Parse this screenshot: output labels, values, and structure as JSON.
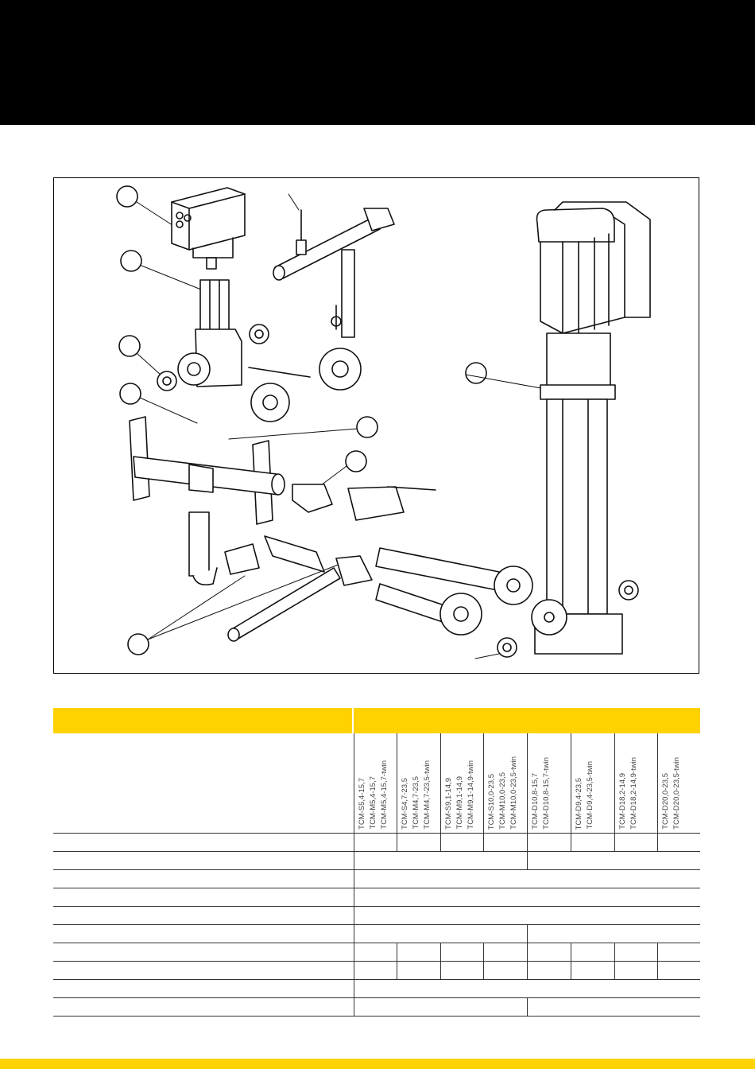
{
  "colors": {
    "accent": "#ffd200",
    "header": "#000000",
    "line": "#333333"
  },
  "table": {
    "model_groups": [
      {
        "models": [
          "TCM-S5,4-15,7",
          "TCM-M5,4-15,7",
          "TCM-M5,4-15,7-twin"
        ]
      },
      {
        "models": [
          "TCM-S4,7-23,5",
          "TCM-M4,7-23,5",
          "TCM-M4,7-23,5-twin"
        ]
      },
      {
        "models": [
          "TCM-S9,1-14,9",
          "TCM-M9,1-14,9",
          "TCM-M9,1-14,9-twin"
        ]
      },
      {
        "models": [
          "TCM-S10,0-23,5",
          "TCM-M10,0-23,5",
          "TCM-M10,0-23,5-twin"
        ]
      },
      {
        "models": [
          "TCM-D10,8-15,7",
          "TCM-D10,8-15,7-twin"
        ]
      },
      {
        "models": [
          "TCM-D9,4-23,5",
          "TCM-D9,4-23,5-twin"
        ]
      },
      {
        "models": [
          "TCM-D18,2-14,9",
          "TCM-D18,2-14,9-twin"
        ]
      },
      {
        "models": [
          "TCM-D20,0-23,5",
          "TCM-D20,0-23,5-twin"
        ]
      }
    ]
  }
}
